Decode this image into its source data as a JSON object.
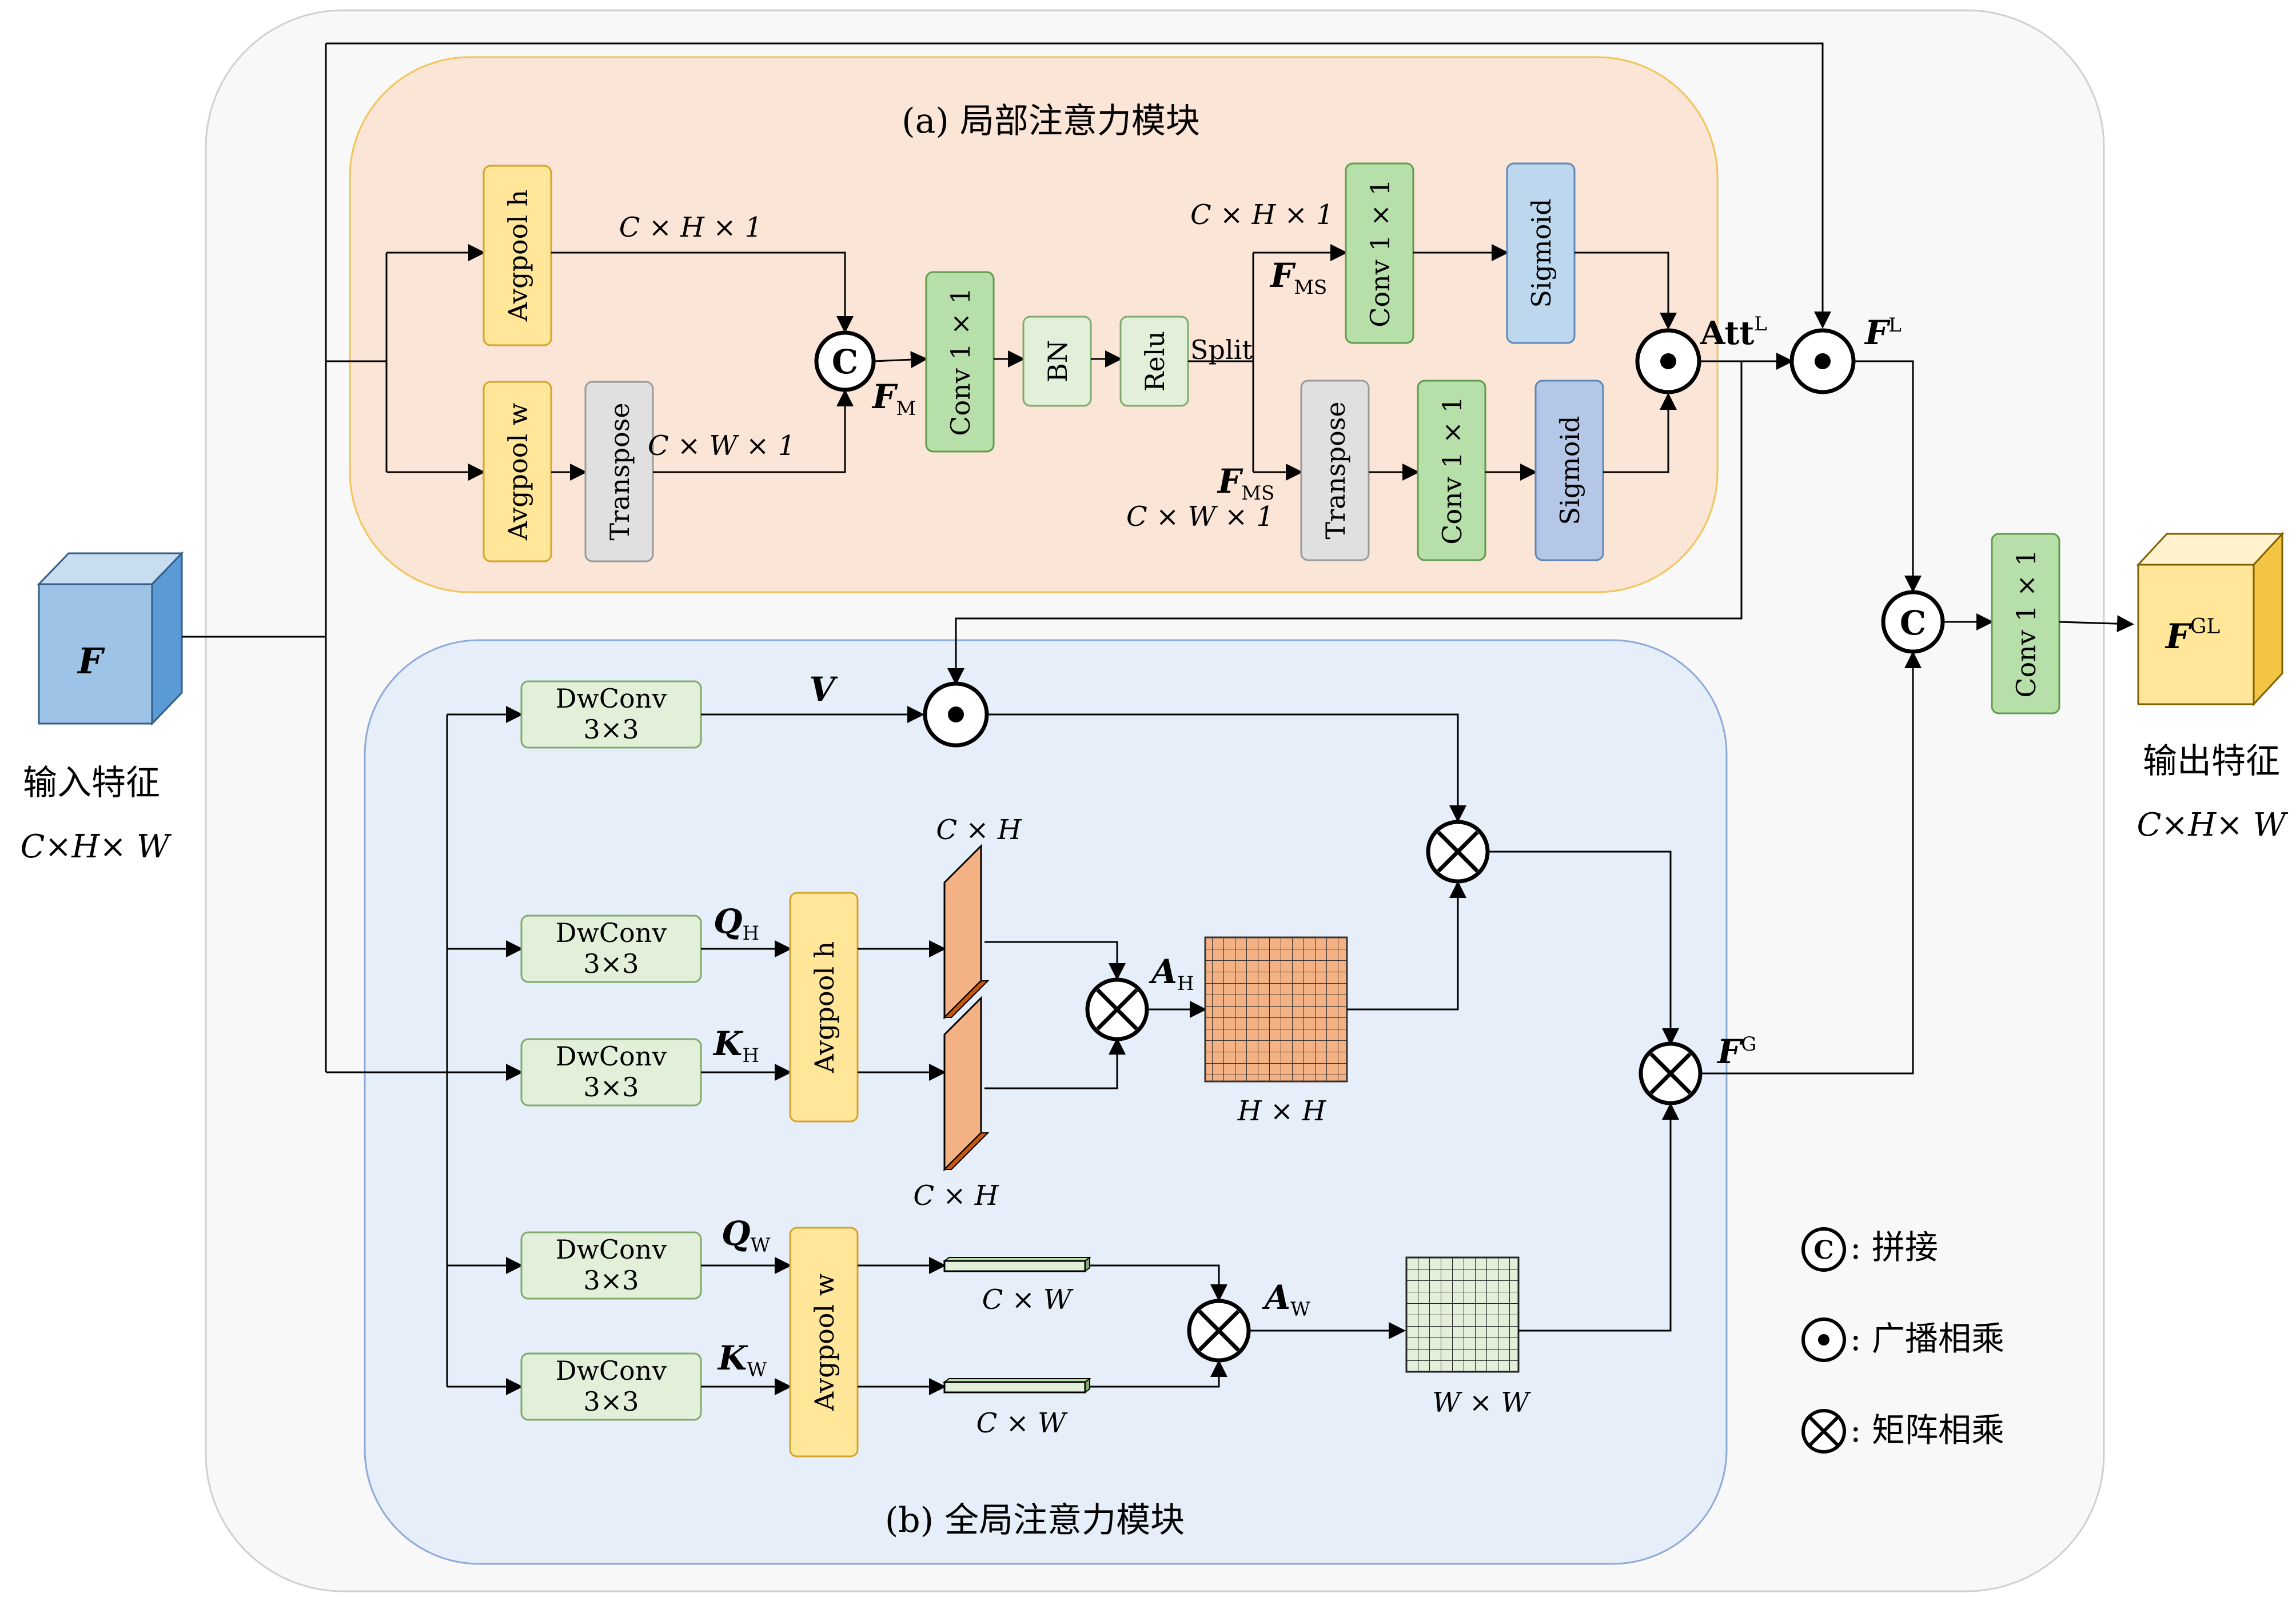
{
  "colors": {
    "outer_fill": "#f8f8f8",
    "local_fill": "#fbe5d6",
    "local_border": "#f2c45a",
    "global_fill": "#e5eef9",
    "global_border": "#8eaadb",
    "yellow": "#ffe699",
    "yellow_stroke": "#d6a32b",
    "gray": "#e0e0e0",
    "gray_stroke": "#9a9a9a",
    "green": "#b7dfaa",
    "green_stroke": "#5f9b4c",
    "light_green": "#e2f0d9",
    "light_green_stroke": "#7faa6b",
    "blue": "#bdd7ee",
    "blue_stroke": "#5b86b6",
    "periwinkle": "#b4c7e7",
    "orange": "#f4b183",
    "input_cube": "#9dc3e6",
    "output_cube": "#ffe699"
  },
  "local_module": {
    "title": "(a) 局部注意力模块",
    "avgpool_h": "Avgpool h",
    "avgpool_w": "Avgpool w",
    "transpose": "Transpose",
    "dim_h": "C × H × 1",
    "dim_w": "C × W × 1",
    "concat_symbol": "C",
    "fm": "F",
    "fm_sub": "M",
    "conv": "Conv 1 × 1",
    "bn": "BN",
    "relu": "Relu",
    "split": "Split",
    "fms": "F",
    "fms_sub": "MS",
    "dim_top": "C × H × 1",
    "dim_bottom": "C × W × 1",
    "conv_top": "Conv 1 × 1",
    "sigmoid_top": "Sigmoid",
    "transpose2": "Transpose",
    "conv_bottom": "Conv 1 × 1",
    "sigmoid_bottom": "Sigmoid",
    "att": "Att",
    "att_sup": "L",
    "fl": "F",
    "fl_sup": "L"
  },
  "global_module": {
    "title": "(b) 全局注意力模块",
    "dwconv_line1": "DwConv",
    "dwconv_line2": "3×3",
    "v": "V",
    "qh": "Q",
    "qh_sub": "H",
    "kh": "K",
    "kh_sub": "H",
    "qw": "Q",
    "qw_sub": "W",
    "kw": "K",
    "kw_sub": "W",
    "avgpool_h": "Avgpool h",
    "avgpool_w": "Avgpool w",
    "dim_ch_top": "C × H",
    "dim_ch_bottom": "C × H",
    "dim_cw_top": "C × W",
    "dim_cw_bottom": "C × W",
    "ah": "A",
    "ah_sub": "H",
    "aw": "A",
    "aw_sub": "W",
    "dim_hh": "H × H",
    "dim_ww": "W × W",
    "fg": "F",
    "fg_sup": "G"
  },
  "input": {
    "symbol": "F",
    "label": "输入特征",
    "dim": "C×H× W"
  },
  "output": {
    "symbol": "F",
    "sup": "GL",
    "label": "输出特征",
    "dim": "C×H× W",
    "concat_symbol": "C",
    "conv": "Conv 1 × 1"
  },
  "legend": {
    "concat": ": 拼接",
    "broadcast": ": 广播相乘",
    "matmul": ": 矩阵相乘",
    "concat_symbol": "C"
  }
}
